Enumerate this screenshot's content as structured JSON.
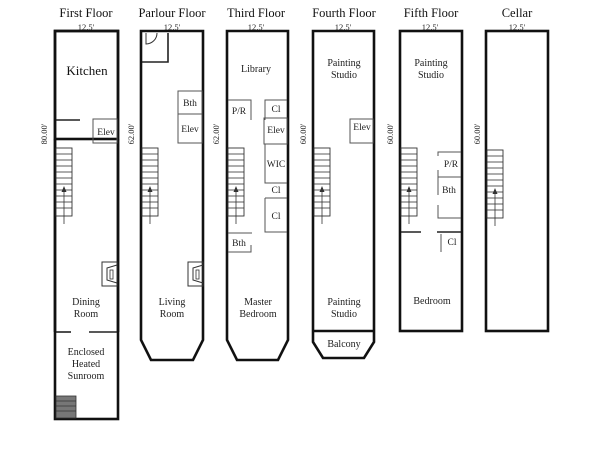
{
  "diagram": {
    "type": "floor-plan",
    "floors": [
      {
        "title": "First Floor",
        "width": "12.5'",
        "depth": "80.00'",
        "rooms": [
          "Kitchen",
          "Elev",
          "Dining",
          "Room",
          "Enclosed",
          "Heated",
          "Sunroom"
        ]
      },
      {
        "title": "Parlour Floor",
        "width": "12.5'",
        "depth": "62.00'",
        "rooms": [
          "Bth",
          "Elev",
          "Living",
          "Room"
        ]
      },
      {
        "title": "Third Floor",
        "width": "12.5'",
        "depth": "62.00'",
        "rooms": [
          "Library",
          "P/R",
          "Cl",
          "Elev",
          "WIC",
          "Cl",
          "Cl",
          "Bth",
          "Master",
          "Bedroom"
        ]
      },
      {
        "title": "Fourth Floor",
        "width": "12.5'",
        "depth": "60.00'",
        "rooms": [
          "Painting",
          "Studio",
          "Elev",
          "Painting",
          "Studio",
          "Balcony"
        ]
      },
      {
        "title": "Fifth Floor",
        "width": "12.5'",
        "depth": "60.00'",
        "rooms": [
          "Painting",
          "Studio",
          "P/R",
          "Bth",
          "Cl",
          "Bedroom"
        ]
      },
      {
        "title": "Cellar",
        "width": "12.5'",
        "depth": "60.00'",
        "rooms": []
      }
    ]
  }
}
